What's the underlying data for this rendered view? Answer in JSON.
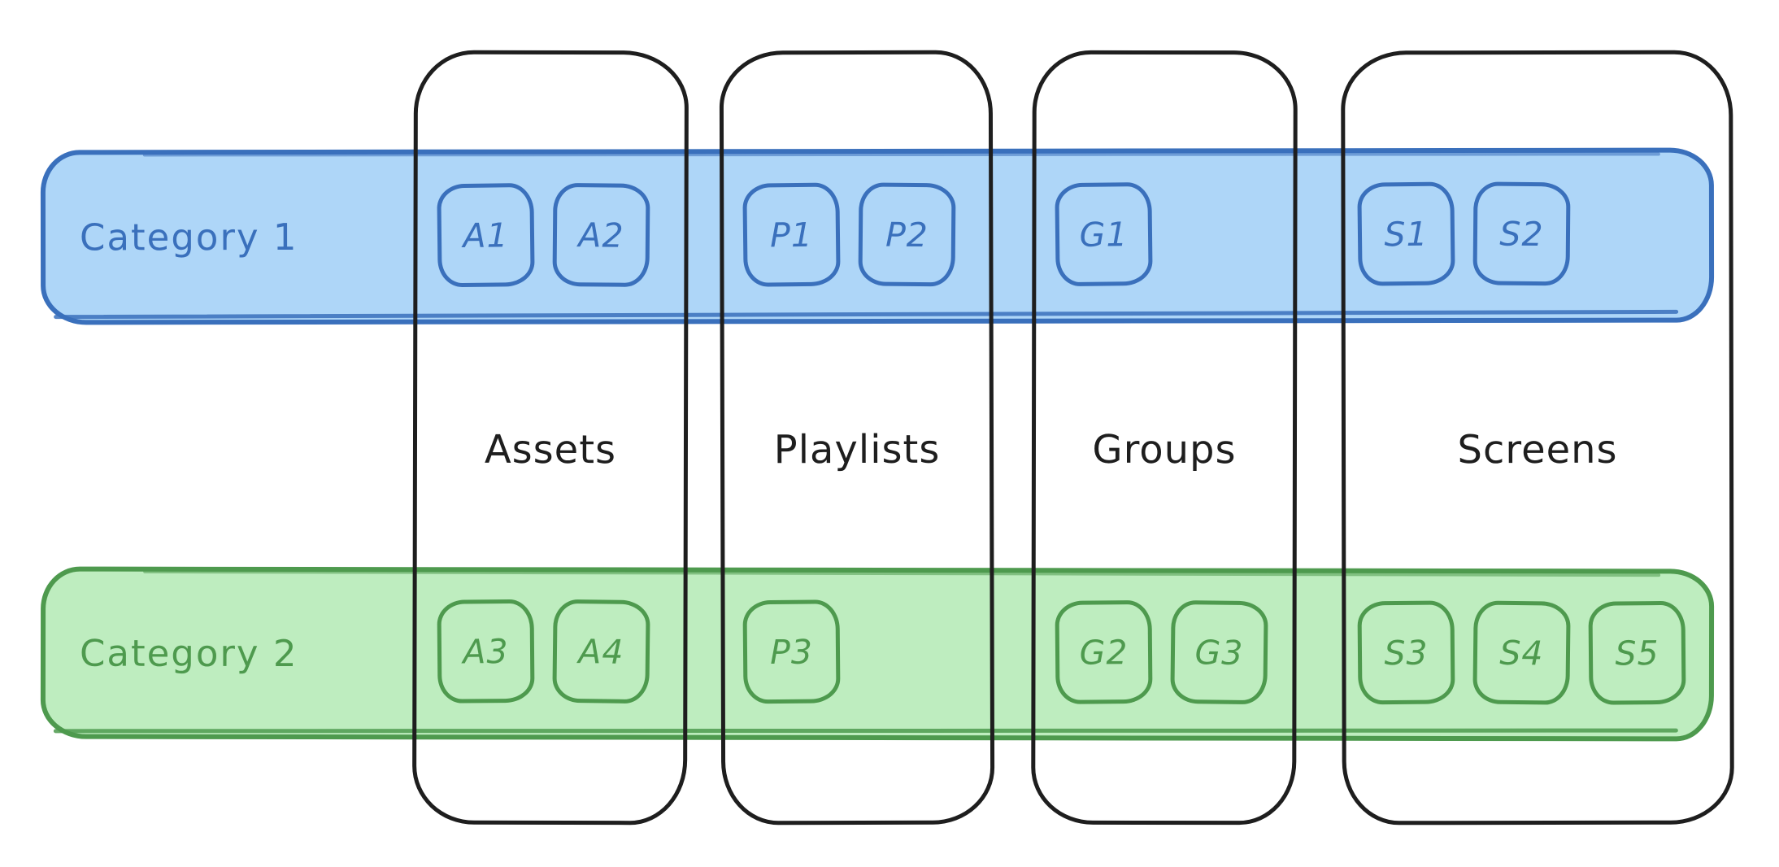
{
  "diagram": {
    "background": "#ffffff",
    "column_stroke": "#1e1e1e",
    "label_color": "#1e1e1e",
    "columns": [
      {
        "id": "assets",
        "label": "Assets"
      },
      {
        "id": "playlists",
        "label": "Playlists"
      },
      {
        "id": "groups",
        "label": "Groups"
      },
      {
        "id": "screens",
        "label": "Screens"
      }
    ],
    "rows": [
      {
        "id": "category1",
        "label": "Category 1",
        "fill": "#AED6F8",
        "stroke": "#3A70BC",
        "cells": {
          "assets": [
            "A1",
            "A2"
          ],
          "playlists": [
            "P1",
            "P2"
          ],
          "groups": [
            "G1"
          ],
          "screens": [
            "S1",
            "S2"
          ]
        }
      },
      {
        "id": "category2",
        "label": "Category 2",
        "fill": "#BEEDBF",
        "stroke": "#4E9A4E",
        "cells": {
          "assets": [
            "A3",
            "A4"
          ],
          "playlists": [
            "P3"
          ],
          "groups": [
            "G2",
            "G3"
          ],
          "screens": [
            "S3",
            "S4",
            "S5"
          ]
        }
      }
    ]
  }
}
